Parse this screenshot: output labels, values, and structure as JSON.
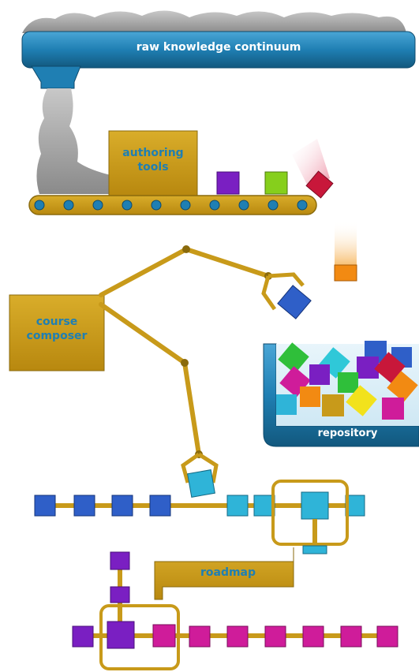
{
  "labels": {
    "raw_knowledge": "raw knowledge continuum",
    "authoring_tools": "authoring\ntools",
    "course_composer": "course\ncomposer",
    "repository": "repository",
    "roadmap": "roadmap"
  },
  "colors": {
    "gold": "#c89a1a",
    "gold_dark": "#8a6a0c",
    "blue_bar": "#1f7fb3",
    "label_blue": "#1f7fb3",
    "purple": "#7a1fc2",
    "green": "#86cf1c",
    "red": "#c8173a",
    "orange": "#f28a12",
    "magenta": "#cf1c9a",
    "cyan": "#2fb4d8",
    "blue": "#2f5fc8",
    "yellow": "#f2e21c",
    "smoke": "#9a9a9a"
  }
}
